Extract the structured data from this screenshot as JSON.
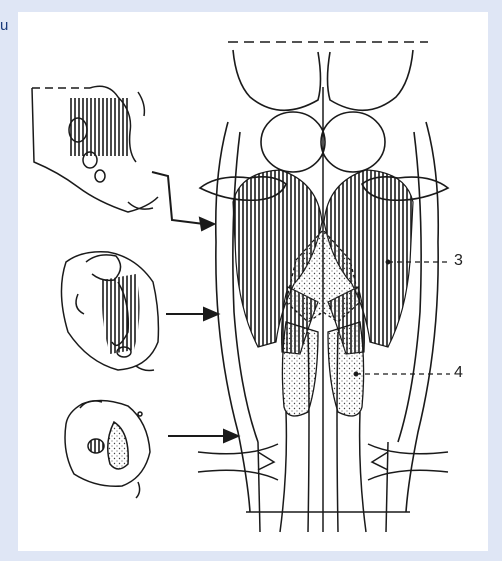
{
  "page": {
    "corner_letter": "u"
  },
  "figure": {
    "labels": {
      "label_3": "3",
      "label_4": "4"
    },
    "insets": [
      {
        "name": "upper-brainstem-section"
      },
      {
        "name": "pons-section"
      },
      {
        "name": "medulla-section"
      }
    ],
    "colors": {
      "ink": "#1a1a1a",
      "background": "#dfe6f5",
      "paper": "#ffffff",
      "corner_text": "#1a3a7a"
    }
  }
}
